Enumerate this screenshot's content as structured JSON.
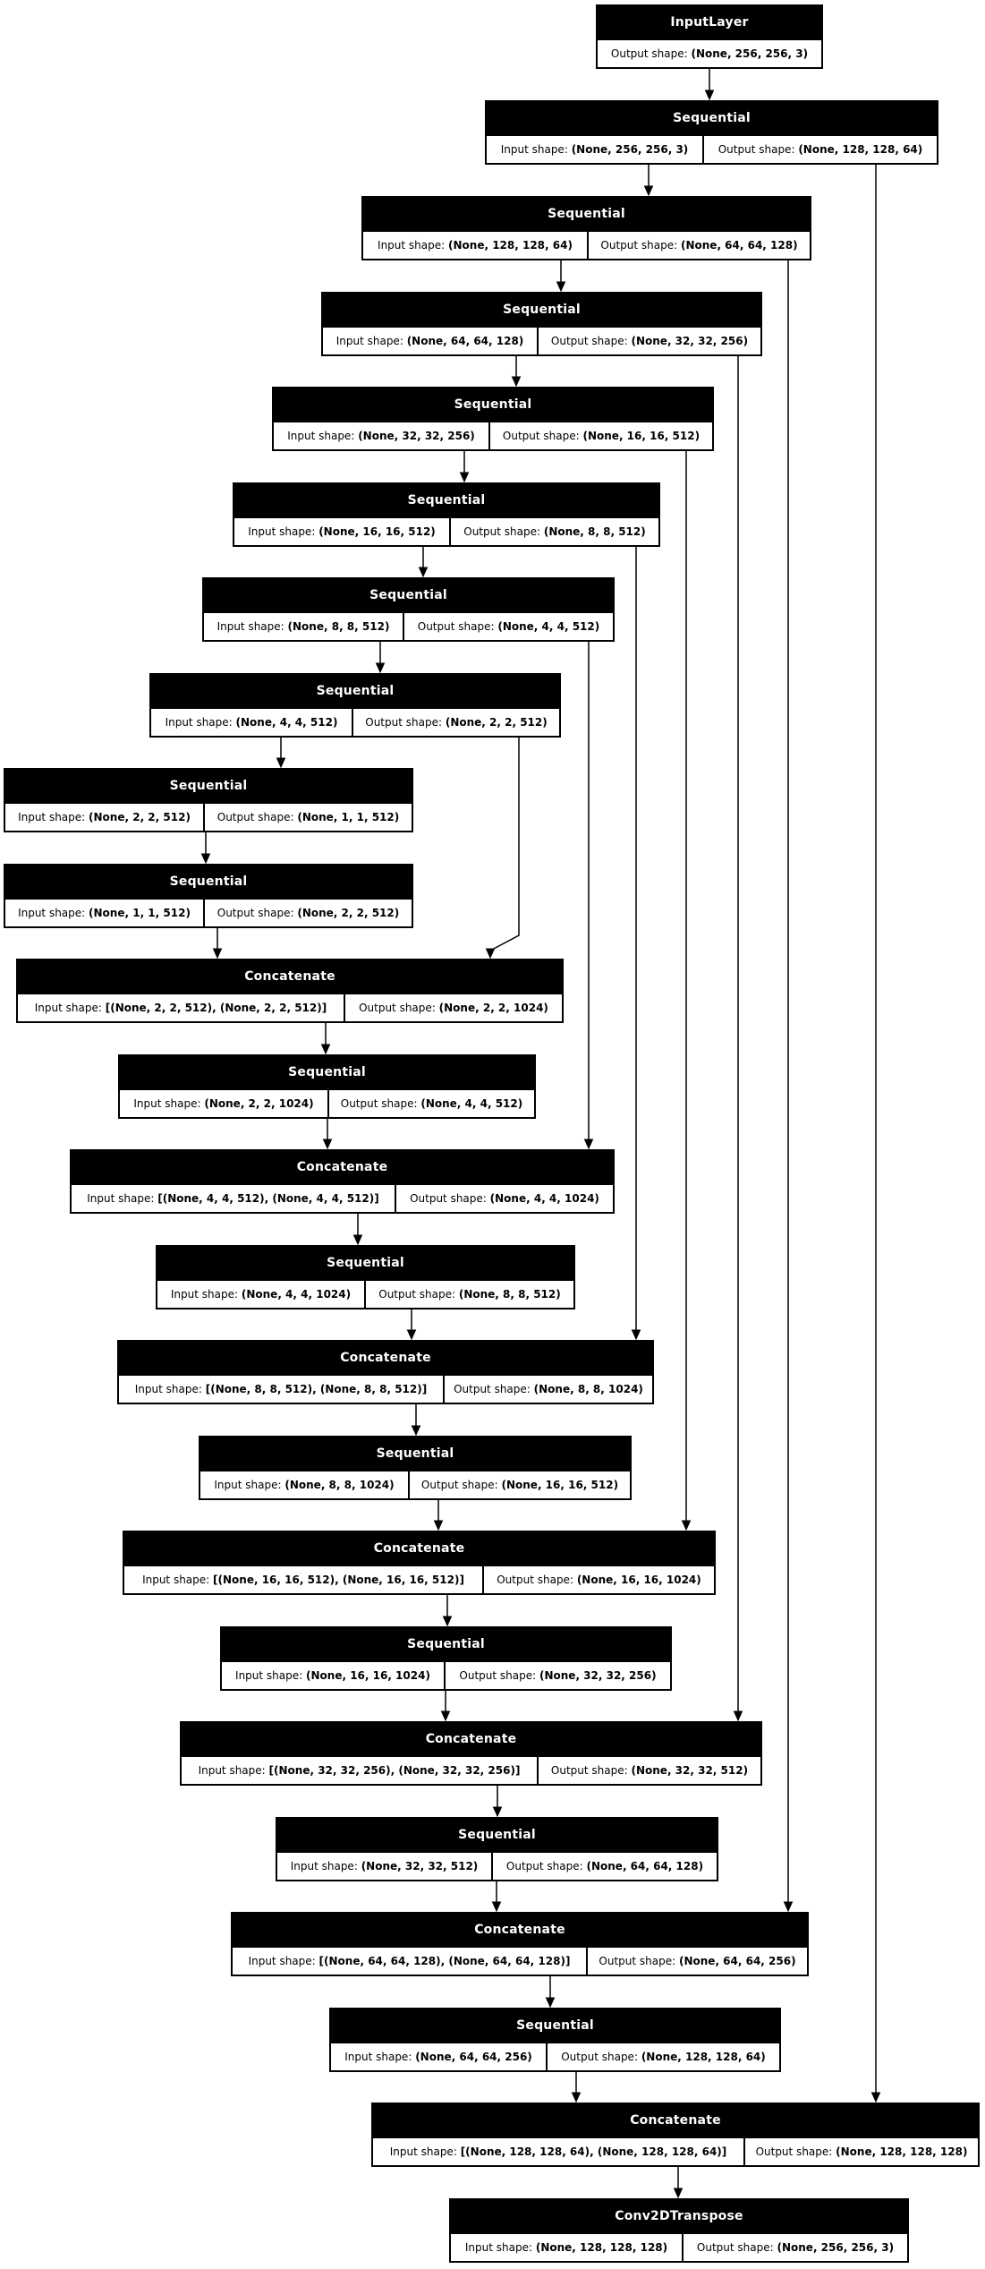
{
  "diagram": {
    "kind": "keras-model-architecture-plot",
    "labels": {
      "input_prefix": "Input shape: ",
      "output_prefix": "Output shape: "
    },
    "nodes": [
      {
        "id": "n0",
        "title": "InputLayer",
        "input_shape": null,
        "output_shape": "(None, 256, 256, 3)"
      },
      {
        "id": "n1",
        "title": "Sequential",
        "input_shape": "(None, 256, 256, 3)",
        "output_shape": "(None, 128, 128, 64)"
      },
      {
        "id": "n2",
        "title": "Sequential",
        "input_shape": "(None, 128, 128, 64)",
        "output_shape": "(None, 64, 64, 128)"
      },
      {
        "id": "n3",
        "title": "Sequential",
        "input_shape": "(None, 64, 64, 128)",
        "output_shape": "(None, 32, 32, 256)"
      },
      {
        "id": "n4",
        "title": "Sequential",
        "input_shape": "(None, 32, 32, 256)",
        "output_shape": "(None, 16, 16, 512)"
      },
      {
        "id": "n5",
        "title": "Sequential",
        "input_shape": "(None, 16, 16, 512)",
        "output_shape": "(None, 8, 8, 512)"
      },
      {
        "id": "n6",
        "title": "Sequential",
        "input_shape": "(None, 8, 8, 512)",
        "output_shape": "(None, 4, 4, 512)"
      },
      {
        "id": "n7",
        "title": "Sequential",
        "input_shape": "(None, 4, 4, 512)",
        "output_shape": "(None, 2, 2, 512)"
      },
      {
        "id": "n8",
        "title": "Sequential",
        "input_shape": "(None, 2, 2, 512)",
        "output_shape": "(None, 1, 1, 512)"
      },
      {
        "id": "n9",
        "title": "Sequential",
        "input_shape": "(None, 1, 1, 512)",
        "output_shape": "(None, 2, 2, 512)"
      },
      {
        "id": "n10",
        "title": "Concatenate",
        "input_shape": "[(None, 2, 2, 512), (None, 2, 2, 512)]",
        "output_shape": "(None, 2, 2, 1024)"
      },
      {
        "id": "n11",
        "title": "Sequential",
        "input_shape": "(None, 2, 2, 1024)",
        "output_shape": "(None, 4, 4, 512)"
      },
      {
        "id": "n12",
        "title": "Concatenate",
        "input_shape": "[(None, 4, 4, 512), (None, 4, 4, 512)]",
        "output_shape": "(None, 4, 4, 1024)"
      },
      {
        "id": "n13",
        "title": "Sequential",
        "input_shape": "(None, 4, 4, 1024)",
        "output_shape": "(None, 8, 8, 512)"
      },
      {
        "id": "n14",
        "title": "Concatenate",
        "input_shape": "[(None, 8, 8, 512), (None, 8, 8, 512)]",
        "output_shape": "(None, 8, 8, 1024)"
      },
      {
        "id": "n15",
        "title": "Sequential",
        "input_shape": "(None, 8, 8, 1024)",
        "output_shape": "(None, 16, 16, 512)"
      },
      {
        "id": "n16",
        "title": "Concatenate",
        "input_shape": "[(None, 16, 16, 512), (None, 16, 16, 512)]",
        "output_shape": "(None, 16, 16, 1024)"
      },
      {
        "id": "n17",
        "title": "Sequential",
        "input_shape": "(None, 16, 16, 1024)",
        "output_shape": "(None, 32, 32, 256)"
      },
      {
        "id": "n18",
        "title": "Concatenate",
        "input_shape": "[(None, 32, 32, 256), (None, 32, 32, 256)]",
        "output_shape": "(None, 32, 32, 512)"
      },
      {
        "id": "n19",
        "title": "Sequential",
        "input_shape": "(None, 32, 32, 512)",
        "output_shape": "(None, 64, 64, 128)"
      },
      {
        "id": "n20",
        "title": "Concatenate",
        "input_shape": "[(None, 64, 64, 128), (None, 64, 64, 128)]",
        "output_shape": "(None, 64, 64, 256)"
      },
      {
        "id": "n21",
        "title": "Sequential",
        "input_shape": "(None, 64, 64, 256)",
        "output_shape": "(None, 128, 128, 64)"
      },
      {
        "id": "n22",
        "title": "Concatenate",
        "input_shape": "[(None, 128, 128, 64), (None, 128, 128, 64)]",
        "output_shape": "(None, 128, 128, 128)"
      },
      {
        "id": "n23",
        "title": "Conv2DTranspose",
        "input_shape": "(None, 128, 128, 128)",
        "output_shape": "(None, 256, 256, 3)"
      }
    ],
    "edges": [
      {
        "from": "n0",
        "to": "n1"
      },
      {
        "from": "n1",
        "to": "n2"
      },
      {
        "from": "n2",
        "to": "n3"
      },
      {
        "from": "n3",
        "to": "n4"
      },
      {
        "from": "n4",
        "to": "n5"
      },
      {
        "from": "n5",
        "to": "n6"
      },
      {
        "from": "n6",
        "to": "n7"
      },
      {
        "from": "n7",
        "to": "n8"
      },
      {
        "from": "n8",
        "to": "n9"
      },
      {
        "from": "n9",
        "to": "n10"
      },
      {
        "from": "n10",
        "to": "n11"
      },
      {
        "from": "n11",
        "to": "n12"
      },
      {
        "from": "n12",
        "to": "n13"
      },
      {
        "from": "n13",
        "to": "n14"
      },
      {
        "from": "n14",
        "to": "n15"
      },
      {
        "from": "n15",
        "to": "n16"
      },
      {
        "from": "n16",
        "to": "n17"
      },
      {
        "from": "n17",
        "to": "n18"
      },
      {
        "from": "n18",
        "to": "n19"
      },
      {
        "from": "n19",
        "to": "n20"
      },
      {
        "from": "n20",
        "to": "n21"
      },
      {
        "from": "n21",
        "to": "n22"
      },
      {
        "from": "n22",
        "to": "n23"
      },
      {
        "from": "n1",
        "to": "n22"
      },
      {
        "from": "n2",
        "to": "n20"
      },
      {
        "from": "n3",
        "to": "n18"
      },
      {
        "from": "n4",
        "to": "n16"
      },
      {
        "from": "n5",
        "to": "n14"
      },
      {
        "from": "n6",
        "to": "n12"
      },
      {
        "from": "n7",
        "to": "n10"
      }
    ]
  },
  "colors": {
    "background": "#ffffff",
    "node_fill": "#000000",
    "node_title_text": "#ffffff",
    "node_border": "#000000",
    "shape_row_bg": "#ffffff",
    "shape_row_text": "#000000",
    "edge": "#000000"
  }
}
